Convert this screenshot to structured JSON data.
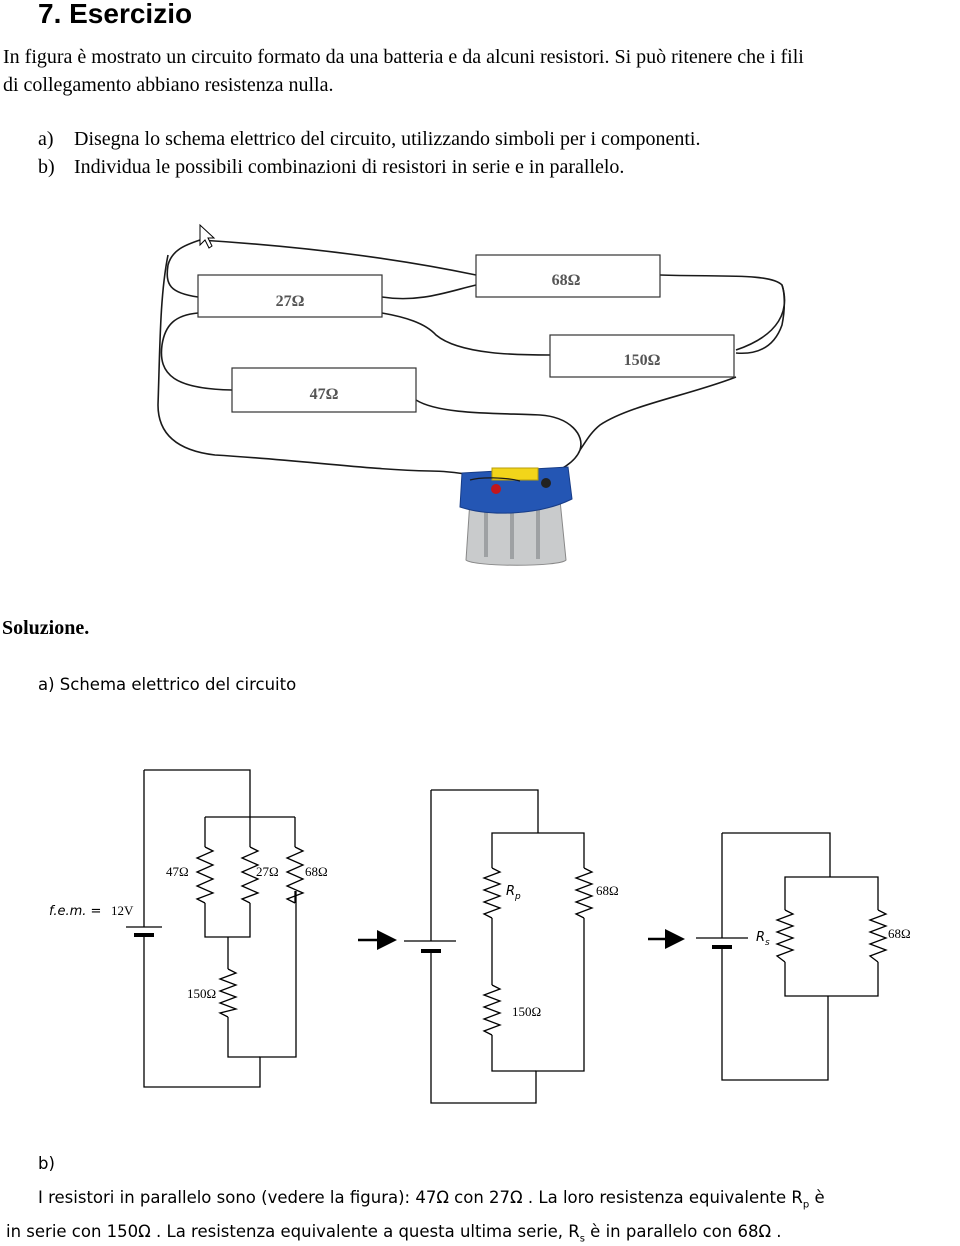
{
  "heading": "7. Esercizio",
  "intro": {
    "line1": "In figura è mostrato un circuito formato da una batteria e da alcuni resistori. Si può ritenere che i fili",
    "line2": "di collegamento abbiano resistenza nulla."
  },
  "tasks": [
    {
      "marker": "a)",
      "text": "Disegna lo schema elettrico del circuito, utilizzando simboli per i componenti."
    },
    {
      "marker": "b)",
      "text": "Individua le possibili combinazioni di resistori in serie e in parallelo."
    }
  ],
  "photo": {
    "resistors": {
      "r27": "27Ω",
      "r68": "68Ω",
      "r150": "150Ω",
      "r47": "47Ω"
    }
  },
  "solution": {
    "heading": "Soluzione.",
    "part_a": "a)  Schema elettrico del circuito",
    "schematic1": {
      "fem_label": "f.e.m. = ",
      "fem_value": "12V",
      "r47": "47Ω",
      "r27": "27Ω",
      "r68": "68Ω",
      "r150": "150Ω"
    },
    "schematic2": {
      "rp_label": "R",
      "rp_sub": "p",
      "r68": "68Ω",
      "r150": "150Ω"
    },
    "schematic3": {
      "rs_label": "R",
      "rs_sub": "s",
      "r68": "68Ω"
    },
    "part_b_marker": "b)",
    "part_b": {
      "l1_a": "I resistori in parallelo sono (vedere la figura): 47Ω  con 27Ω . La loro resistenza equivalente R",
      "l1_sub": "p",
      "l1_b": " è",
      "l2_a": "in serie con 150Ω . La resistenza equivalente a questa ultima serie, R",
      "l2_sub": "s",
      "l2_b": " è in parallelo con 68Ω ."
    }
  }
}
